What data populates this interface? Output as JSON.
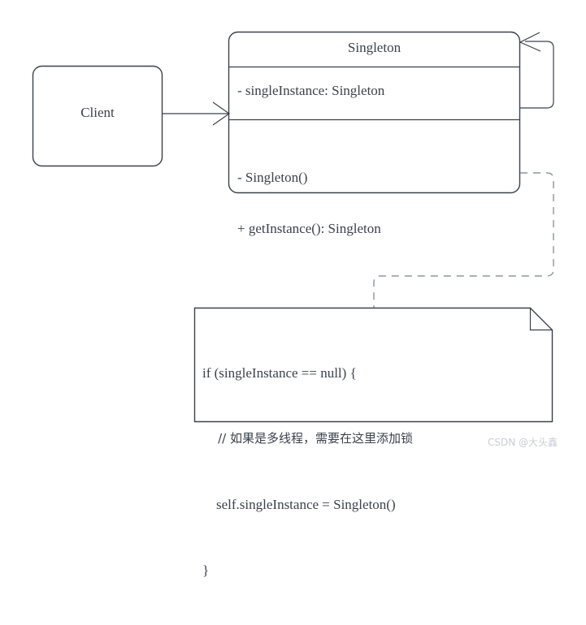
{
  "diagram": {
    "type": "uml-class-diagram",
    "title": "Singleton pattern class diagram",
    "stroke_color": "#3b414c",
    "dashed_color": "#8d95a3",
    "background": "#ffffff"
  },
  "client_class": {
    "name": "Client"
  },
  "singleton_class": {
    "name": "Singleton",
    "attributes": [
      "- singleInstance: Singleton"
    ],
    "methods": [
      "- Singleton()",
      "+ getInstance(): Singleton"
    ]
  },
  "associations": {
    "client_to_singleton": "association-arrow",
    "self_association": "self-association-loop",
    "note_anchor": "dashed-note-link"
  },
  "note": {
    "lines": [
      "if (singleInstance == null) {",
      "    // 如果是多线程，需要在这里添加锁",
      "    self.singleInstance = Singleton()",
      "}"
    ]
  },
  "watermark": {
    "text": "CSDN @大头鑫"
  }
}
